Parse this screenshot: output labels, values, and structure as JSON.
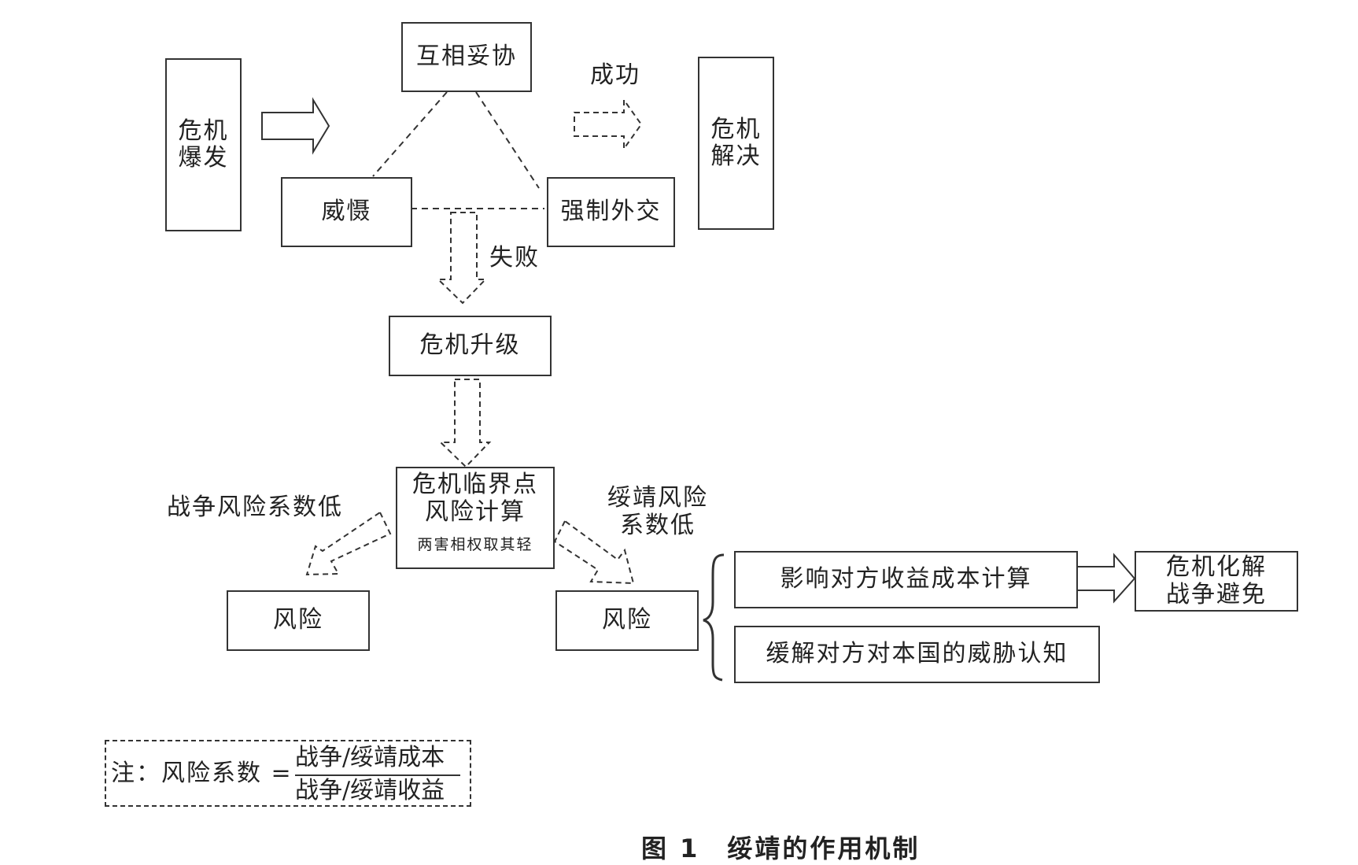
{
  "nodes": {
    "crisis_outbreak": [
      "危机",
      "爆发"
    ],
    "compromise": "互相妥协",
    "success": "成功",
    "crisis_resolved": [
      "危机",
      "解决"
    ],
    "deterrence": "威慑",
    "coercive_diplomacy": "强制外交",
    "failure": "失败",
    "crisis_escalation": "危机升级",
    "critical_point": [
      "危机临界点",
      "风险计算"
    ],
    "critical_point_note": "两害相权取其轻",
    "war_risk_low": "战争风险系数低",
    "appeasement_risk_low": [
      "绥靖风险",
      "系数低"
    ],
    "risk_left": "风险",
    "risk_right": "风险",
    "influence_calc": "影响对方收益成本计算",
    "ease_threat": "缓解对方对本国的威胁认知",
    "crisis_defused": [
      "危机化解",
      "战争避免"
    ]
  },
  "note": {
    "prefix": "注：风险系数 =",
    "numerator": "战争/绥靖成本",
    "denominator": "战争/绥靖收益"
  },
  "caption": "图 1　绥靖的作用机制",
  "colors": {
    "line": "#333333",
    "background": "#ffffff"
  }
}
